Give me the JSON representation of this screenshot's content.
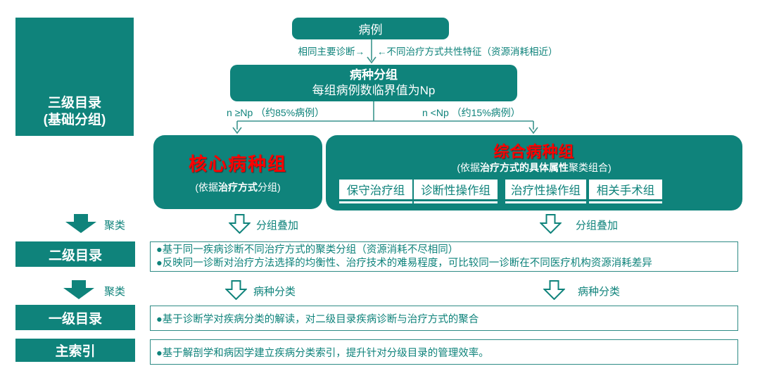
{
  "colors": {
    "teal": "#0f837b",
    "teal_line": "#3b948d",
    "red": "#ff0000",
    "white": "#ffffff"
  },
  "top_flow": {
    "case_label": "病例",
    "left_condition": "相同主要诊断→",
    "right_condition": "←不同治疗方式共性特征（资源消耗相近）",
    "group_title": "病种分组",
    "group_subtitle": "每组病例数临界值为Np",
    "branch_left": "n ≥Np （约85%病例）",
    "branch_right": "n <Np （约15%病例）"
  },
  "core_group": {
    "title": "核心病种组",
    "subtitle_prefix": "(依据",
    "subtitle_bold": "治疗方式",
    "subtitle_suffix": "分组)"
  },
  "composite_group": {
    "title": "综合病种组",
    "subtitle_prefix": "(依据",
    "subtitle_bold": "治疗方式的具体属性",
    "subtitle_suffix": "聚类组合)",
    "sub_groups": [
      "保守治疗组",
      "诊断性操作组",
      "治疗性操作组",
      "相关手术组"
    ]
  },
  "left_column": {
    "level3_line1": "三级目录",
    "level3_line2": "(基础分组)",
    "level2": "二级目录",
    "level1": "一级目录",
    "main_index": "主索引"
  },
  "arrow_rows": {
    "row1": {
      "solid_label": "聚类",
      "left_hollow_label": "分组叠加",
      "right_hollow_label": "分组叠加"
    },
    "row2": {
      "solid_label": "聚类",
      "left_hollow_label": "病种分类",
      "right_hollow_label": "病种分类"
    }
  },
  "descriptions": {
    "level2_line1": "●基于同一疾病诊断不同治疗方式的聚类分组（资源消耗不尽相同）",
    "level2_line2": "●反映同一诊断对治疗方法选择的均衡性、治疗技术的难易程度，可比较同一诊断在不同医疗机构资源消耗差异",
    "level1": "●基于诊断学对疾病分类的解读，对二级目录疾病诊断与治疗方式的聚合",
    "main_index": "●基于解剖学和病因学建立疾病分类索引，提升针对分级目录的管理效率。"
  }
}
